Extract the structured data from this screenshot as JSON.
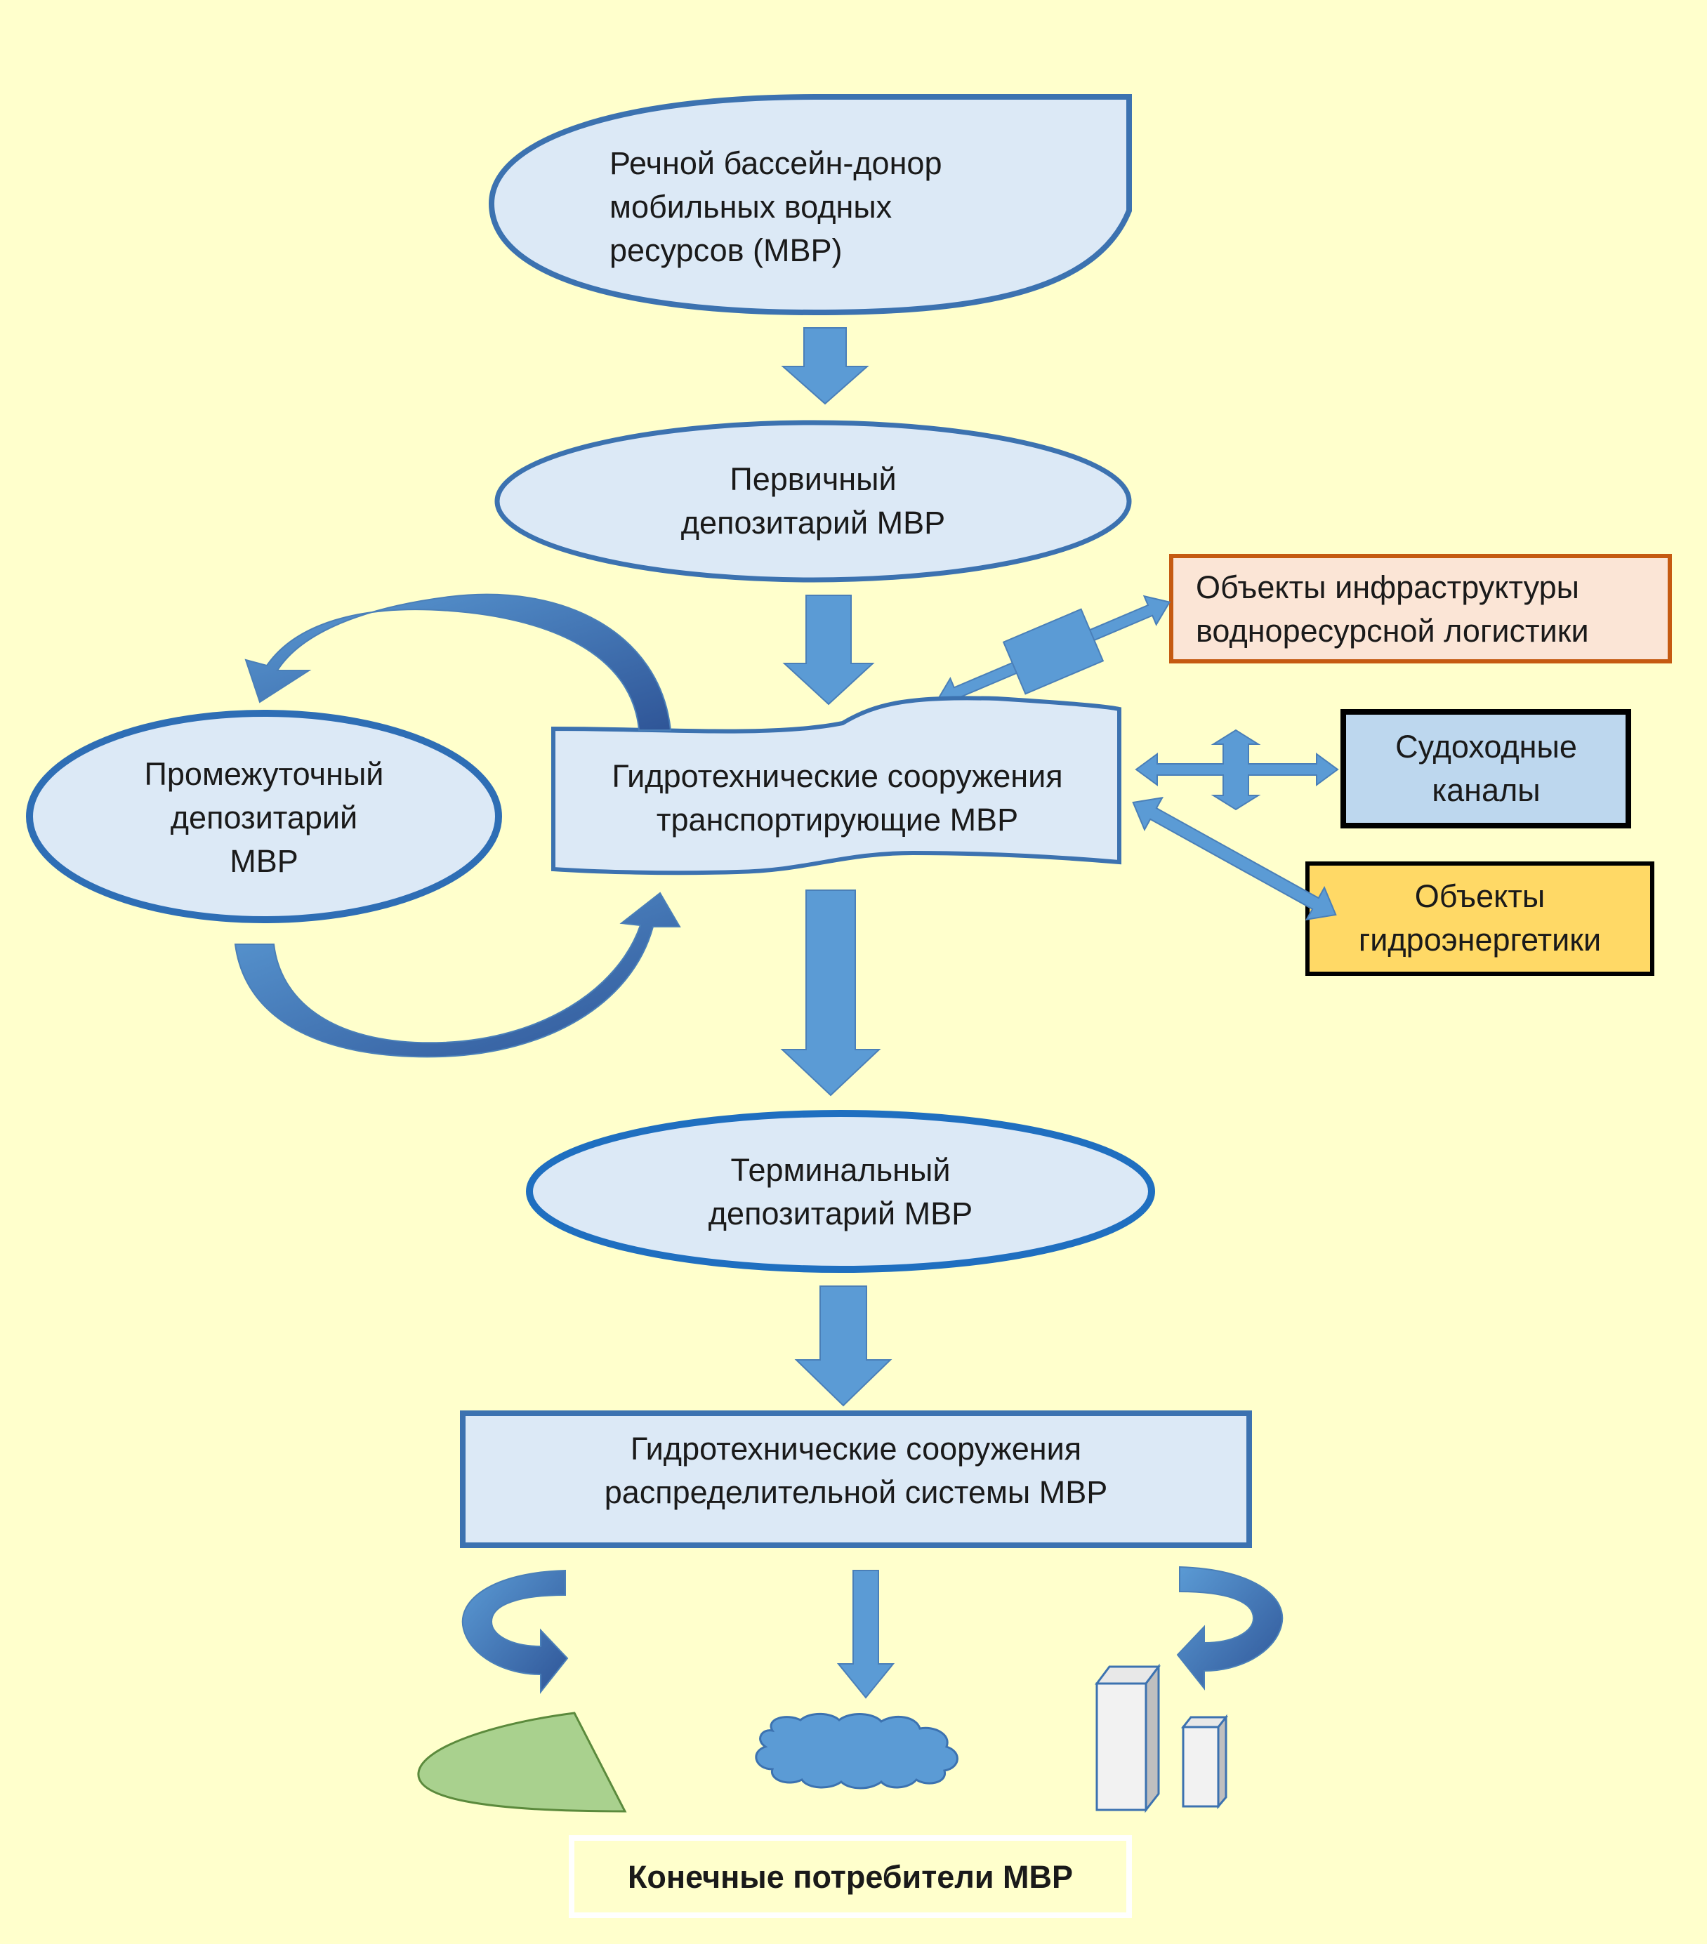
{
  "nodes": {
    "donor_basin": "Речной бассейн-донор\nмобильных водных\nресурсов (МВР)",
    "primary_depository": "Первичный\nдепозитарий МВР",
    "infrastructure": "Объекты инфраструктуры\nводноресурсной логистики",
    "intermediate_depository": "Промежуточный\nдепозитарий\nМВР",
    "transport_structures": "Гидротехнические сооружения\nтранспортирующие МВР",
    "navigable_canals": "Судоходные\nканалы",
    "hydropower": "Объекты\nгидроэнергетики",
    "terminal_depository": "Терминальный\nдепозитарий МВР",
    "distribution_structures": "Гидротехнические сооружения\nраспределительной системы МВР",
    "end_consumers": "Конечные потребители МВР"
  },
  "colors": {
    "background": "#ffffcc",
    "ellipse_fill": "#dce9f6",
    "ellipse_stroke": "#3c72b0",
    "arrow_fill": "#5b9bd5",
    "infrastructure_fill": "#fbe5d6",
    "infrastructure_stroke": "#c55a11",
    "canals_fill": "#bdd7ee",
    "hydropower_fill": "#ffd966",
    "field_fill": "#a9d18e",
    "building_fill": "#f2f2f2"
  }
}
